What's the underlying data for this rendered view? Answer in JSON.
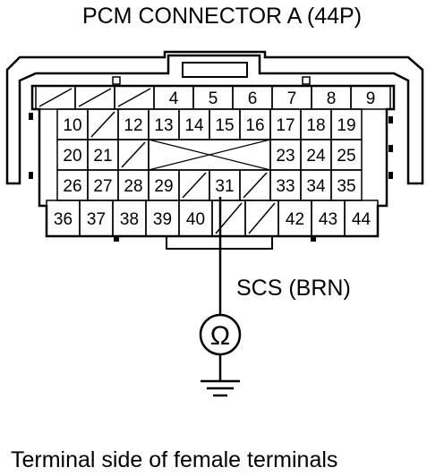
{
  "title": "PCM CONNECTOR A (44P)",
  "caption": "Terminal side of female terminals",
  "wire_label": "SCS (BRN)",
  "meter_symbol": "Ω",
  "probe_pin": "31",
  "connector": {
    "rows": [
      [
        "/",
        "/",
        "/",
        "4",
        "5",
        "6",
        "7",
        "8",
        "9"
      ],
      [
        "10",
        "/",
        "12",
        "13",
        "14",
        "15",
        "16",
        "17",
        "18",
        "19"
      ],
      [
        "20",
        "21",
        "/",
        "X",
        "X",
        "X",
        "X",
        "23",
        "24",
        "25"
      ],
      [
        "26",
        "27",
        "28",
        "29",
        "/",
        "31",
        "/",
        "33",
        "34",
        "35"
      ],
      [
        "36",
        "37",
        "38",
        "39",
        "40",
        "/",
        "/",
        "42",
        "43",
        "44"
      ]
    ]
  }
}
